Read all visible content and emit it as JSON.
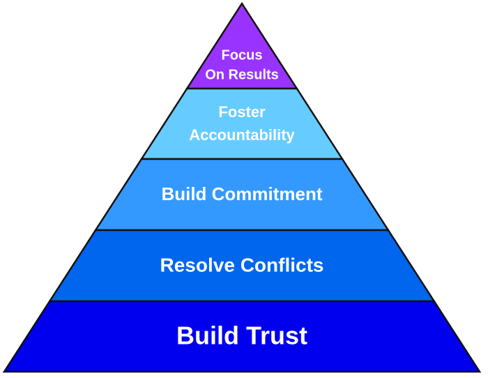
{
  "pyramid": {
    "tiers": [
      {
        "lines": [
          "Focus",
          "On Results"
        ],
        "color": "#9933ff"
      },
      {
        "lines": [
          "Foster",
          "Accountability"
        ],
        "color": "#66ccff"
      },
      {
        "lines": [
          "Build Commitment"
        ],
        "color": "#3399ff"
      },
      {
        "lines": [
          "Resolve Conflicts"
        ],
        "color": "#0066ee"
      },
      {
        "lines": [
          "Build Trust"
        ],
        "color": "#0000ee"
      }
    ]
  }
}
